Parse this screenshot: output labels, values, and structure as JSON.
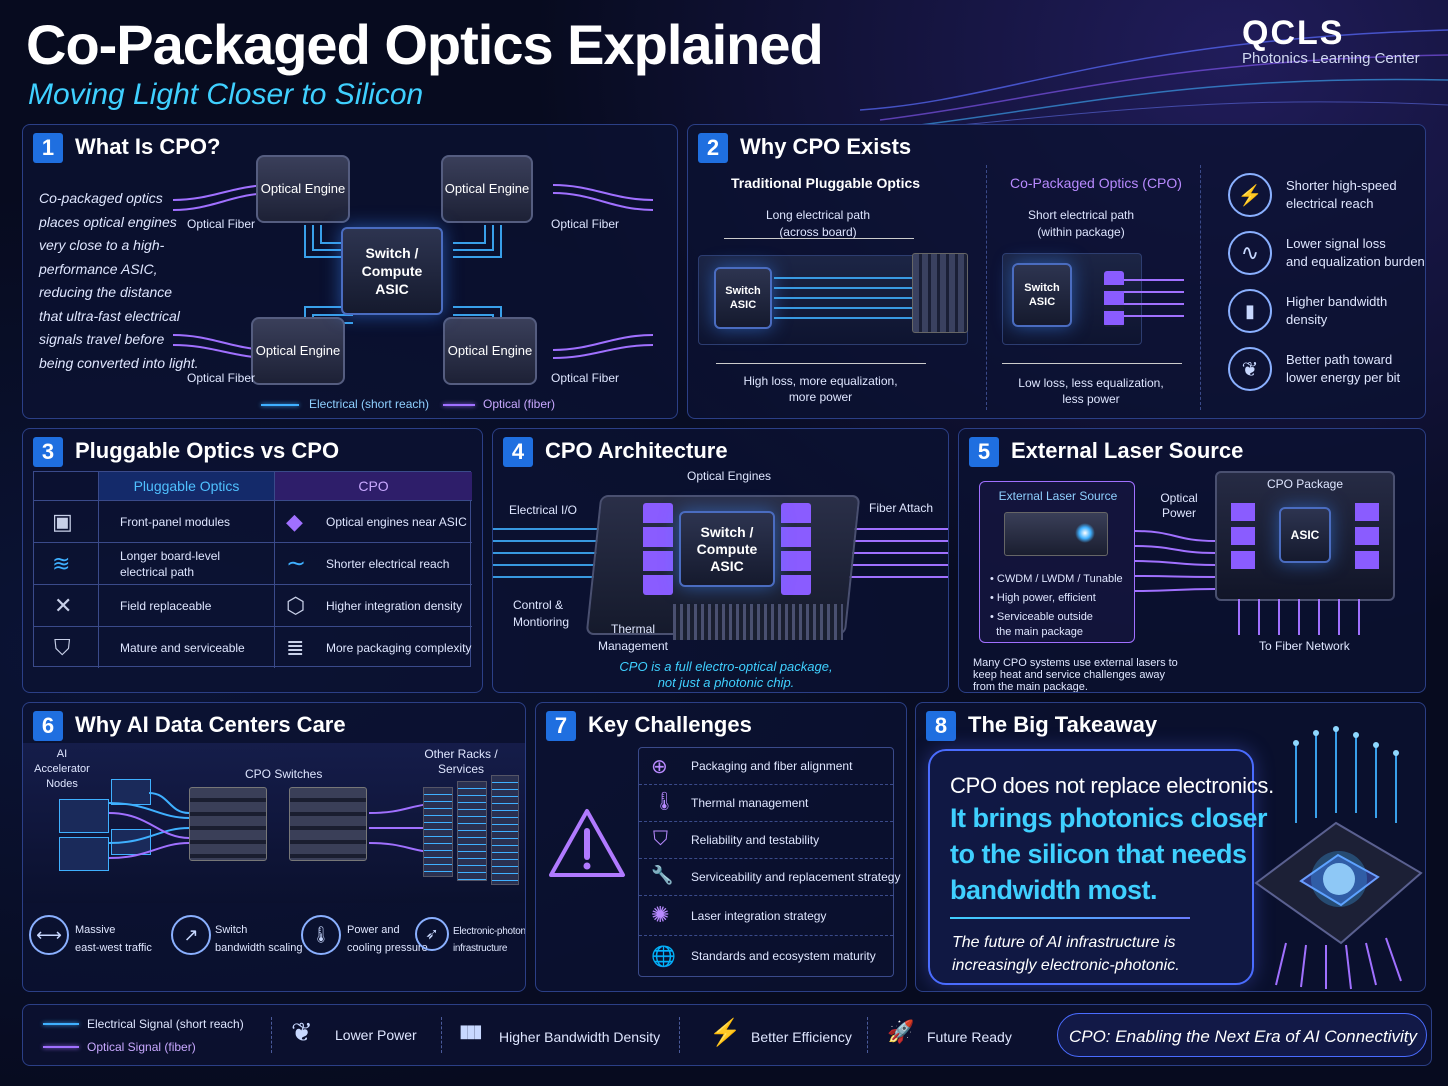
{
  "header": {
    "title": "Co-Packaged Optics Explained",
    "subtitle": "Moving Light Closer to Silicon",
    "logo": "QCLS",
    "logo_sub": "Photonics Learning Center"
  },
  "p1": {
    "num": "1",
    "title": "What Is CPO?",
    "desc": [
      "Co-packaged optics",
      "places optical engines",
      "very close to a high-",
      "performance ASIC,",
      "reducing the distance",
      "that ultra-fast electrical",
      "signals travel before",
      "being converted into light."
    ],
    "engine": "Optical Engine",
    "asic": "Switch / Compute ASIC",
    "fiber": "Optical Fiber",
    "legend_elec": "Electrical (short reach)",
    "legend_opt": "Optical (fiber)"
  },
  "p2": {
    "num": "2",
    "title": "Why CPO Exists",
    "trad": "Traditional Pluggable Optics",
    "cpo": "Co-Packaged Optics (CPO)",
    "long_path": "Long electrical path",
    "across": "(across board)",
    "short_path": "Short electrical path",
    "within": "(within package)",
    "switch": "Switch ASIC",
    "high_loss": "High loss, more equalization,",
    "more_power": "more power",
    "low_loss": "Low loss, less equalization,",
    "less_power": "less power",
    "benefits": [
      {
        "l1": "Shorter high-speed",
        "l2": "electrical reach",
        "icon": "⚡"
      },
      {
        "l1": "Lower signal loss",
        "l2": "and equalization burden",
        "icon": "∿"
      },
      {
        "l1": "Higher bandwidth",
        "l2": "density",
        "icon": "▮"
      },
      {
        "l1": "Better path toward",
        "l2": "lower energy per bit",
        "icon": "❦"
      }
    ]
  },
  "p3": {
    "num": "3",
    "title": "Pluggable Optics vs CPO",
    "col1": "Pluggable Optics",
    "col2": "CPO",
    "rows": [
      {
        "a": "Front-panel modules",
        "b": "Optical engines near ASIC",
        "ia": "▣",
        "ib": "◆"
      },
      {
        "a": "Longer board-level electrical path",
        "b": "Shorter electrical reach",
        "ia": "≋",
        "ib": "∼"
      },
      {
        "a": "Field replaceable",
        "b": "Higher integration density",
        "ia": "✕",
        "ib": "⬡"
      },
      {
        "a": "Mature and serviceable",
        "b": "More packaging complexity",
        "ia": "⛉",
        "ib": "≣"
      }
    ]
  },
  "p4": {
    "num": "4",
    "title": "CPO Architecture",
    "engines": "Optical Engines",
    "eio": "Electrical I/O",
    "fiber": "Fiber Attach",
    "asic": "Switch / Compute ASIC",
    "control": "Control &",
    "monitor": "Montioring",
    "thermal": "Thermal",
    "mgmt": "Management",
    "note1": "CPO is a full electro-optical package,",
    "note2": "not just a photonic chip."
  },
  "p5": {
    "num": "5",
    "title": "External Laser Source",
    "els": "External Laser Source",
    "power1": "Optical",
    "power2": "Power",
    "pkg": "CPO Package",
    "asic": "ASIC",
    "bullets": [
      "CWDM / LWDM / Tunable",
      "High power, efficient",
      "Serviceable outside",
      "the main package"
    ],
    "to_net": "To Fiber Network",
    "note": [
      "Many CPO systems use external lasers to",
      "keep heat and service challenges away",
      "from the main package."
    ]
  },
  "p6": {
    "num": "6",
    "title": "Why AI Data Centers Care",
    "nodes": [
      "AI",
      "Accelerator",
      "Nodes"
    ],
    "switches": "CPO Switches",
    "racks": [
      "Other Racks /",
      "Services"
    ],
    "items": [
      {
        "l1": "Massive",
        "l2": "east-west traffic",
        "icon": "⟷"
      },
      {
        "l1": "Switch",
        "l2": "bandwidth scaling",
        "icon": "↗"
      },
      {
        "l1": "Power and",
        "l2": "cooling pressure",
        "icon": "🌡"
      },
      {
        "l1": "Electronic-photonic",
        "l2": "infrastructure",
        "icon": "➶"
      }
    ]
  },
  "p7": {
    "num": "7",
    "title": "Key Challenges",
    "items": [
      {
        "t": "Packaging and fiber alignment",
        "icon": "⊕"
      },
      {
        "t": "Thermal management",
        "icon": "🌡"
      },
      {
        "t": "Reliability and testability",
        "icon": "⛉"
      },
      {
        "t": "Serviceability and replacement strategy",
        "icon": "🔧"
      },
      {
        "t": "Laser integration strategy",
        "icon": "✺"
      },
      {
        "t": "Standards and ecosystem maturity",
        "icon": "🌐"
      }
    ]
  },
  "p8": {
    "num": "8",
    "title": "The Big Takeaway",
    "line1": "CPO does not replace electronics.",
    "line2": "It brings photonics closer",
    "line3": "to the silicon that needs",
    "line4": "bandwidth most.",
    "f1": "The future of AI infrastructure is",
    "f2": "increasingly electronic-photonic."
  },
  "footer": {
    "elec": "Electrical Signal (short reach)",
    "opt": "Optical Signal (fiber)",
    "items": [
      {
        "t": "Lower Power",
        "icon": "❦"
      },
      {
        "t": "Higher Bandwidth Density",
        "icon": "▮▮▮"
      },
      {
        "t": "Better Efficiency",
        "icon": "⚡"
      },
      {
        "t": "Future Ready",
        "icon": "🚀"
      }
    ],
    "tagline": "CPO: Enabling the Next Era of AI Connectivity"
  },
  "colors": {
    "accent_blue": "#3fb0ff",
    "accent_purple": "#a070ff",
    "cyan": "#3fd0ff",
    "number_bg": "#1f6fe0"
  }
}
